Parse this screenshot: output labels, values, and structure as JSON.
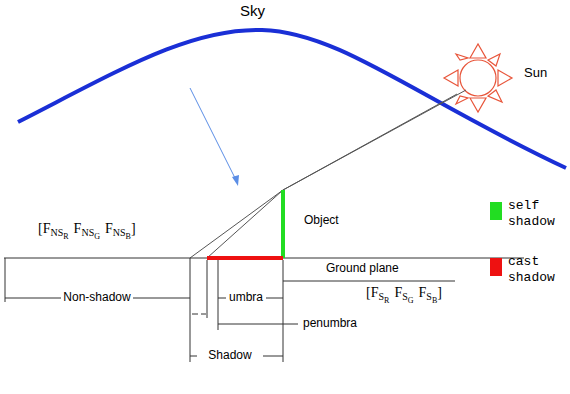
{
  "diagram": {
    "labels": [
      "Sky",
      "Sun",
      "Object",
      "Ground plane",
      "Non-shadow",
      "umbra",
      "penumbra",
      "Shadow",
      "[",
      "F",
      "NS",
      "R",
      "F",
      "NS",
      "G",
      "F",
      "NS",
      "B",
      "]",
      "[",
      "F",
      "S",
      "R",
      "F",
      "S",
      "G",
      "F",
      "S",
      "B",
      "]"
    ],
    "legend": [
      {
        "text": "self shadow",
        "color": "#22dd22"
      },
      {
        "text": "cast shadow",
        "color": "#ee1111"
      }
    ]
  }
}
